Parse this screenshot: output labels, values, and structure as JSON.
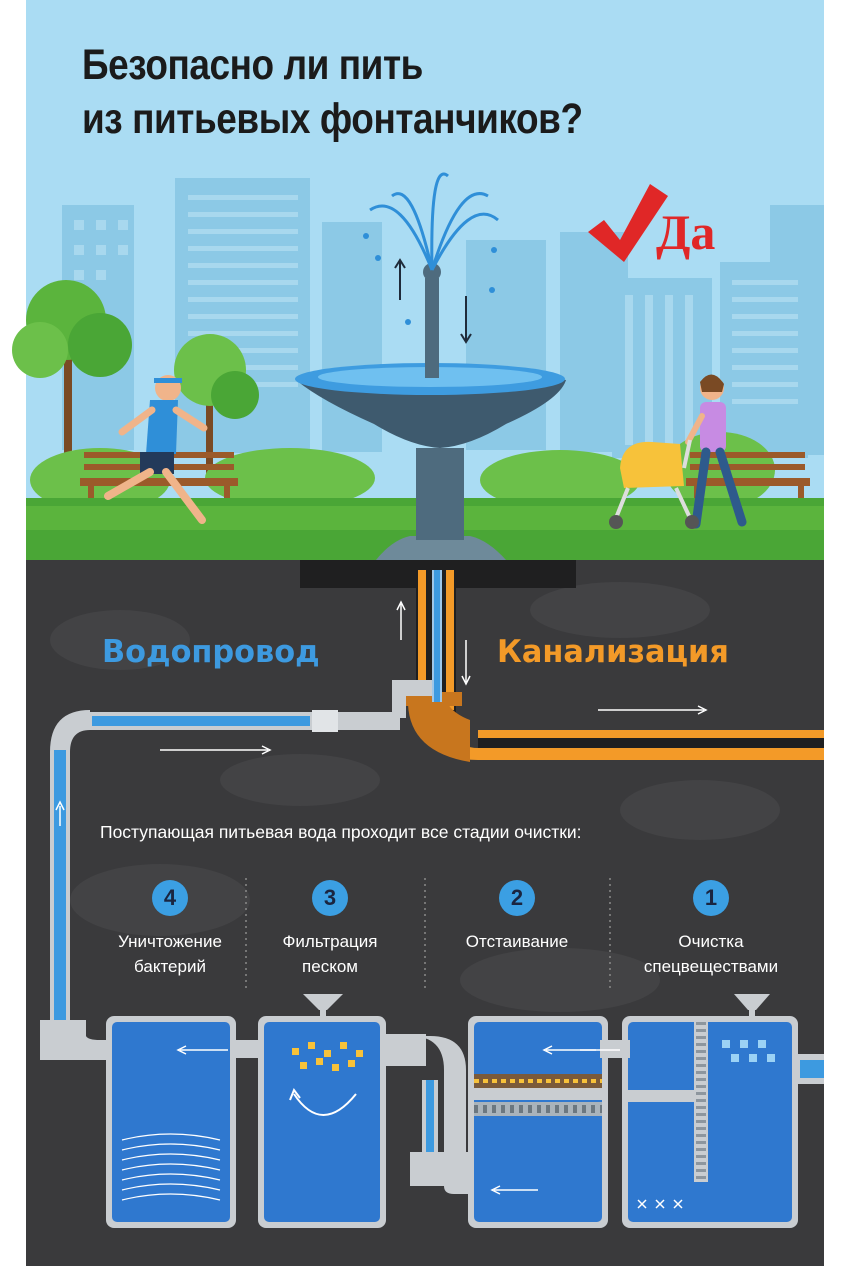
{
  "title_lines": [
    "Безопасно ли пить",
    "из питьевых фонтанчиков?"
  ],
  "answer": "Да",
  "labels": {
    "water_supply": "Водопровод",
    "sewer": "Канализация"
  },
  "intro": "Поступающая питьевая вода проходит все стадии очистки:",
  "stages": [
    {
      "number": "4",
      "label": "Уничтожение\nбактерий"
    },
    {
      "number": "3",
      "label": "Фильтрация\nпеском"
    },
    {
      "number": "2",
      "label": "Отстаивание"
    },
    {
      "number": "1",
      "label": "Очистка\nспецвеществами"
    }
  ],
  "colors": {
    "sky": "#aadcf3",
    "grass": "#4aa636",
    "underground": "#3a3a3c",
    "water_pipe": "#3d9ae0",
    "sewer_pipe": "#f39a28",
    "tank": "#2f78cf",
    "check_mark": "#e02727"
  },
  "icons": [
    "check-mark-icon",
    "up-arrow-icon",
    "down-arrow-icon",
    "right-arrow-icon",
    "left-arrow-icon"
  ]
}
